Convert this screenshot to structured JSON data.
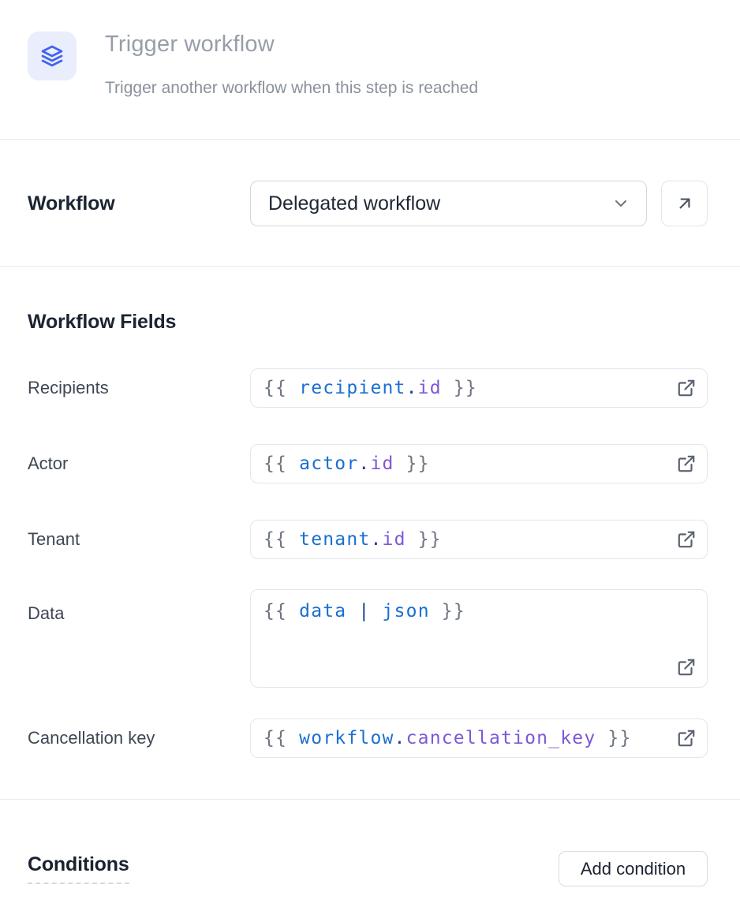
{
  "header": {
    "icon": "layers-icon",
    "title": "Trigger workflow",
    "subtitle": "Trigger another workflow when this step is reached"
  },
  "workflow": {
    "label": "Workflow",
    "selected": "Delegated workflow",
    "chevron_icon": "chevron-down-icon",
    "open_icon": "arrow-up-right-icon"
  },
  "fields": {
    "heading": "Workflow Fields",
    "rows": [
      {
        "label": "Recipients",
        "code": "{{ recipient.id }}",
        "tokens": [
          {
            "type": "delim",
            "text": "{{ "
          },
          {
            "type": "var",
            "text": "recipient"
          },
          {
            "type": "punct",
            "text": "."
          },
          {
            "type": "prop",
            "text": "id"
          },
          {
            "type": "delim",
            "text": " }}"
          }
        ],
        "icon": "external-link-icon"
      },
      {
        "label": "Actor",
        "code": "{{ actor.id }}",
        "tokens": [
          {
            "type": "delim",
            "text": "{{ "
          },
          {
            "type": "var",
            "text": "actor"
          },
          {
            "type": "punct",
            "text": "."
          },
          {
            "type": "prop",
            "text": "id"
          },
          {
            "type": "delim",
            "text": " }}"
          }
        ],
        "icon": "external-link-icon"
      },
      {
        "label": "Tenant",
        "code": "{{ tenant.id }}",
        "tokens": [
          {
            "type": "delim",
            "text": "{{ "
          },
          {
            "type": "var",
            "text": "tenant"
          },
          {
            "type": "punct",
            "text": "."
          },
          {
            "type": "prop",
            "text": "id"
          },
          {
            "type": "delim",
            "text": " }}"
          }
        ],
        "icon": "external-link-icon"
      },
      {
        "label": "Data",
        "code": "{{ data | json }}",
        "tokens": [
          {
            "type": "delim",
            "text": "{{ "
          },
          {
            "type": "var",
            "text": "data"
          },
          {
            "type": "plain",
            "text": " "
          },
          {
            "type": "punct",
            "text": "|"
          },
          {
            "type": "plain",
            "text": " "
          },
          {
            "type": "var",
            "text": "json"
          },
          {
            "type": "delim",
            "text": " }}"
          }
        ],
        "icon": "external-link-icon"
      },
      {
        "label": "Cancellation key",
        "code": "{{ workflow.cancellation_key }}",
        "tokens": [
          {
            "type": "delim",
            "text": "{{ "
          },
          {
            "type": "var",
            "text": "workflow"
          },
          {
            "type": "punct",
            "text": "."
          },
          {
            "type": "prop",
            "text": "cancellation_key"
          },
          {
            "type": "delim",
            "text": " }}"
          }
        ],
        "icon": "external-link-icon"
      }
    ]
  },
  "conditions": {
    "heading": "Conditions",
    "add_button_label": "Add condition"
  },
  "colors": {
    "accent_blue": "#4263eb",
    "icon_box_bg": "#e9edfc",
    "code_delim": "#6e7681",
    "code_var": "#1a6fd1",
    "code_prop": "#7e57d8",
    "code_punct": "#1e3f8f",
    "divider": "#e8e9ec"
  }
}
